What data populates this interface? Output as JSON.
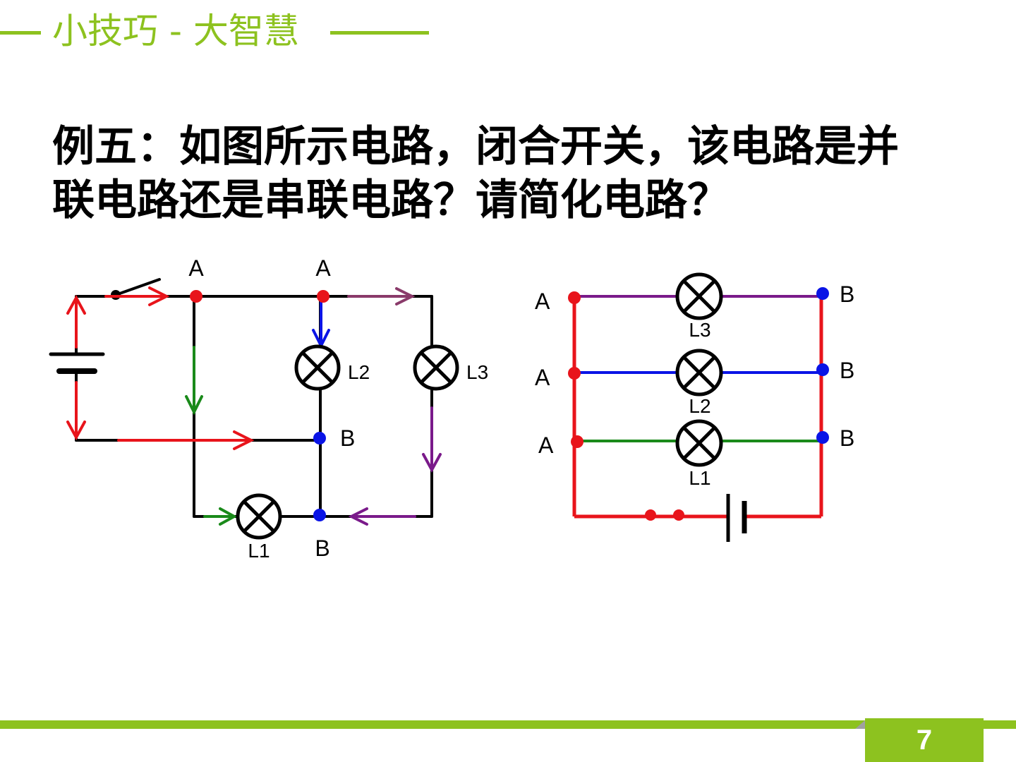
{
  "header": {
    "title": "小技巧 - 大智慧"
  },
  "question": {
    "line1": "例五：如图所示电路，闭合开关，该电路是并",
    "line2": "联电路还是串联电路？请简化电路？"
  },
  "left_diagram": {
    "node_top_left": "A",
    "node_top_right": "A",
    "node_mid": "B",
    "node_bottom": "B",
    "lamp_l1": "L1",
    "lamp_l2": "L2",
    "lamp_l3": "L3"
  },
  "right_diagram": {
    "node_a_top": "A",
    "node_a_mid": "A",
    "node_a_bot": "A",
    "node_b_top": "B",
    "node_b_mid": "B",
    "node_b_bot": "B",
    "lamp_l3": "L3",
    "lamp_l2": "L2",
    "lamp_l1": "L1"
  },
  "footer": {
    "page_number": "7"
  },
  "colors": {
    "accent_green": "#8dc21f",
    "wire_black": "#000000",
    "current_red": "#e8141b",
    "current_blue": "#0a14e6",
    "current_green": "#1a8a1a",
    "current_purple": "#7a1a8a"
  }
}
